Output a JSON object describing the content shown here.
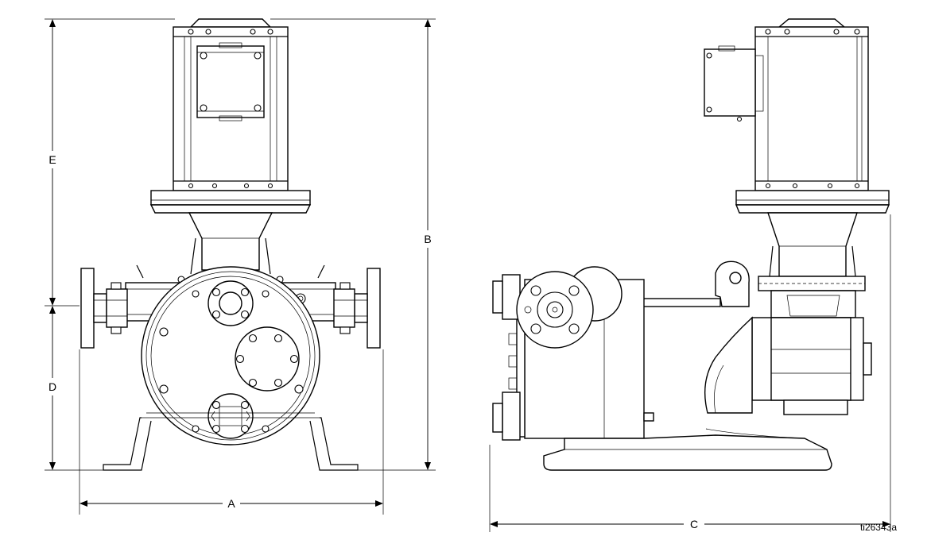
{
  "dimensions": {
    "A": "A",
    "B": "B",
    "C": "C",
    "D": "D",
    "E": "E"
  },
  "figure_ref": "ti26343a"
}
